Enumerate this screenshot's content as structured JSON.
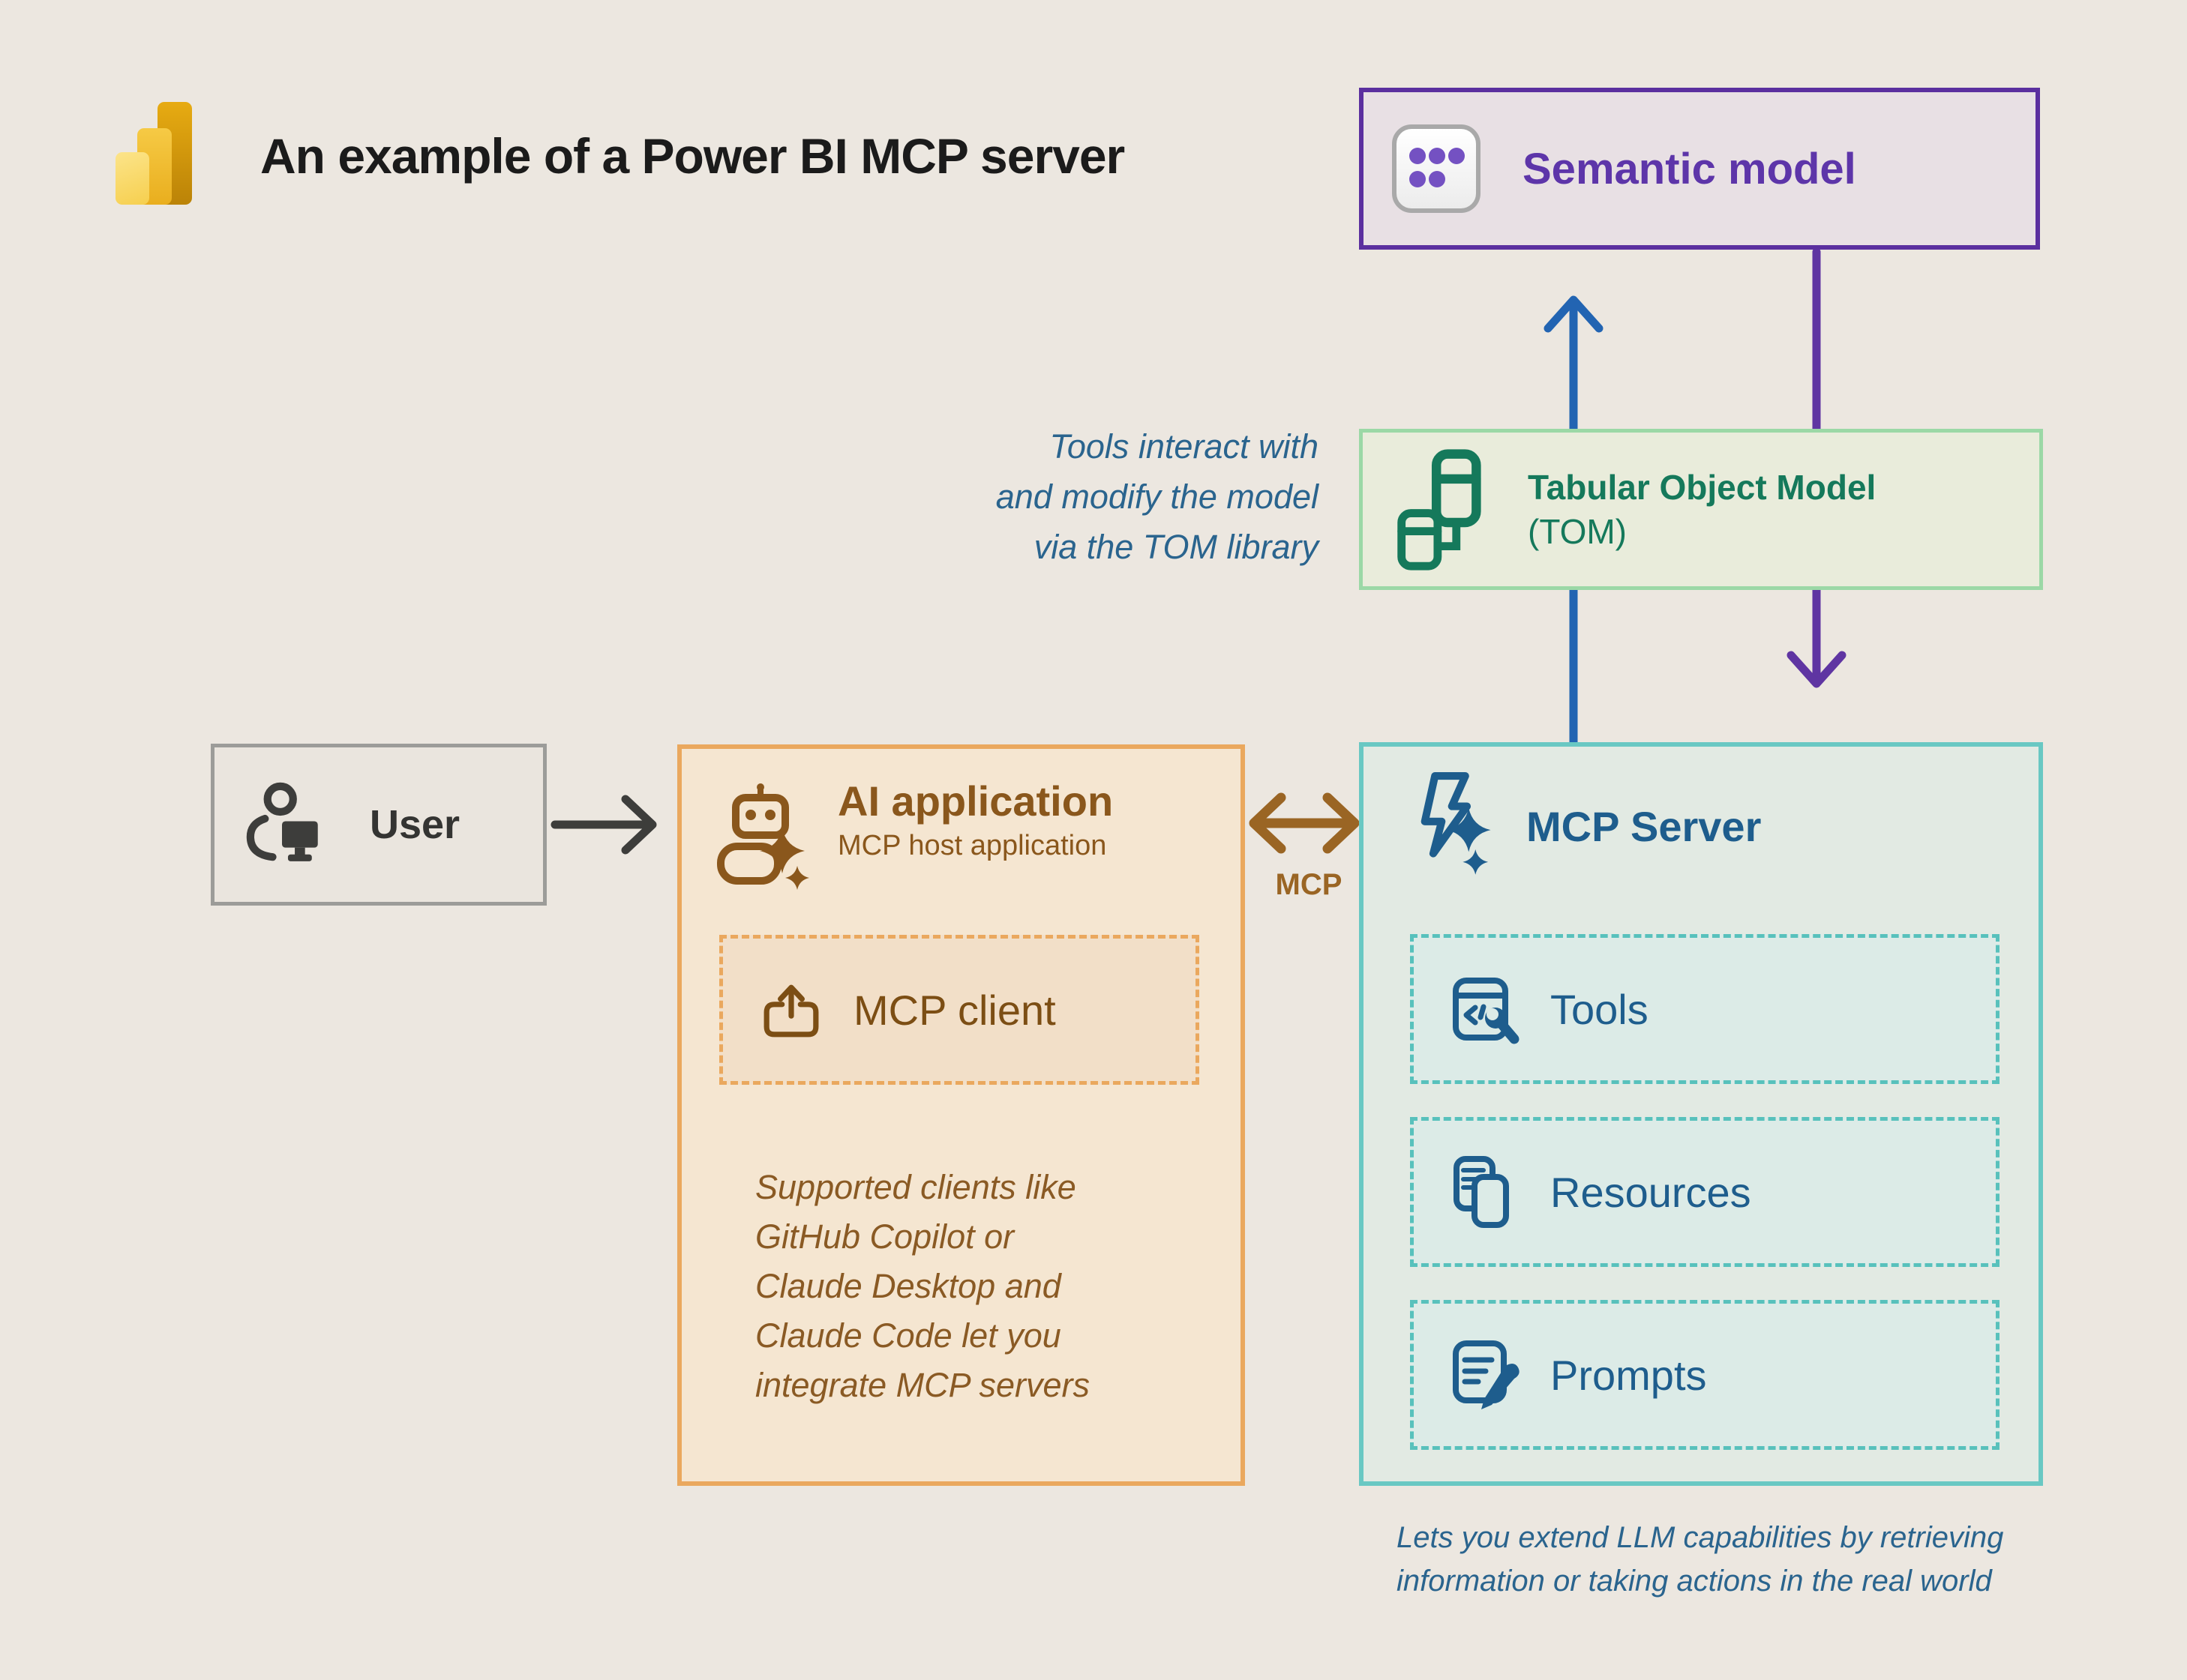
{
  "page": {
    "title": "An example of a Power BI MCP server",
    "background": "#ece7e0"
  },
  "logo": {
    "name": "Power BI logo",
    "colors": [
      "#fce48a",
      "#f6ca45",
      "#bb8307"
    ]
  },
  "semantic_model": {
    "label": "Semantic model",
    "border": "#5b2f9f",
    "fill": "#e8e0e4",
    "text_color": "#5d35a9",
    "icon": "semantic-model-icon"
  },
  "tom": {
    "title": "Tabular Object Model",
    "subtitle": "(TOM)",
    "border": "#9bd8a6",
    "fill": "#e9ecdb",
    "text_color": "#15795b",
    "icon": "object-model-icon"
  },
  "tom_note": {
    "lines": [
      "Tools interact with",
      "and modify the model",
      "via the TOM library"
    ],
    "color": "#2a648e"
  },
  "user": {
    "label": "User",
    "border": "#9c9c99",
    "text_color": "#343432",
    "icon": "user-at-computer-icon"
  },
  "ai_application": {
    "title": "AI application",
    "subtitle": "MCP host application",
    "border": "#eaa85e",
    "fill": "#f5e6d1",
    "text_color": "#8a571c",
    "icon": "ai-robot-sparkle-icon",
    "client": {
      "label": "MCP client",
      "fill": "#f2dfc8",
      "text_color": "#7c4e14",
      "icon": "share-upload-icon"
    },
    "note_lines": [
      "Supported clients like",
      "GitHub Copilot or",
      "Claude Desktop and",
      "Claude Code let you",
      "integrate MCP servers"
    ]
  },
  "mcp_link": {
    "label": "MCP",
    "color": "#9a6524"
  },
  "mcp_server": {
    "title": "MCP Server",
    "border": "#69c8c3",
    "fill": "#e2eae3",
    "text_color": "#1e5d8d",
    "icon": "lightning-sparkle-icon",
    "items": [
      {
        "label": "Tools",
        "icon": "tools-window-wrench-icon"
      },
      {
        "label": "Resources",
        "icon": "documents-icon"
      },
      {
        "label": "Prompts",
        "icon": "note-pen-icon"
      }
    ],
    "note_lines": [
      "Lets you extend LLM capabilities by retrieving",
      "information or taking actions in the real world"
    ]
  },
  "arrows": {
    "user_to_ai": "#3d3d3b",
    "ai_mcp_bidirectional": "#9a6524",
    "mcp_server_to_model": "#2264b2",
    "model_to_mcp_server": "#5f35a2"
  }
}
